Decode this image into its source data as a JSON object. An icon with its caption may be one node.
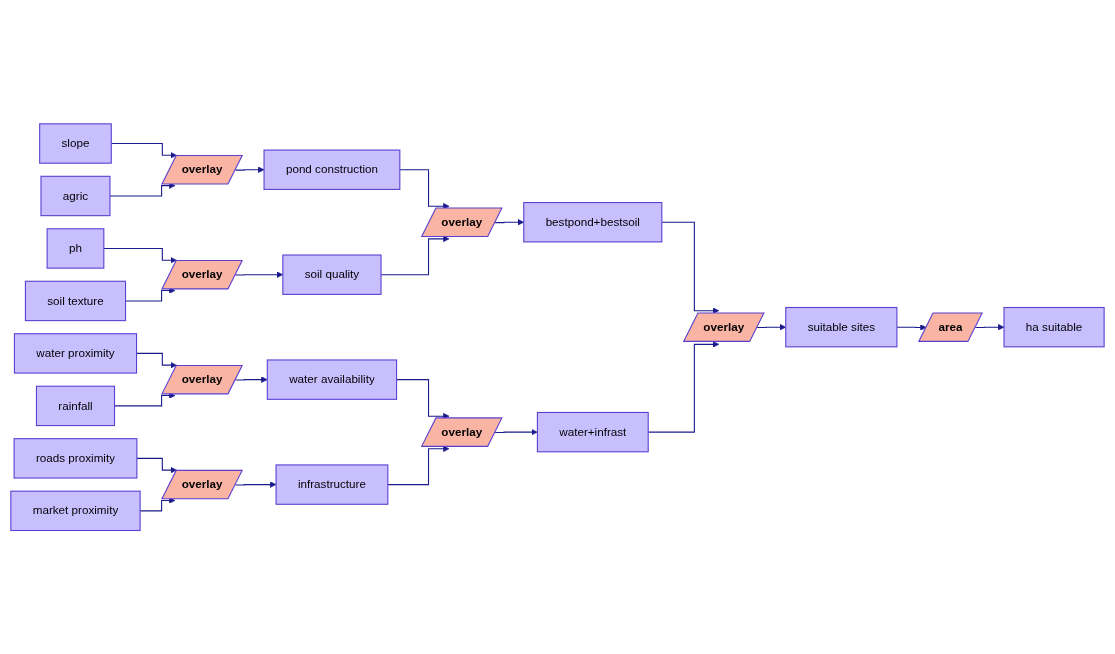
{
  "diagram": {
    "nodes": [
      {
        "text": [
          "slope"
        ]
      },
      {
        "text": [
          "agric"
        ]
      },
      {
        "text": [
          "overlay"
        ]
      },
      {
        "text": [
          "pond construction"
        ]
      },
      {
        "text": [
          "ph"
        ]
      },
      {
        "text": [
          "soil texture"
        ]
      },
      {
        "text": [
          "overlay"
        ]
      },
      {
        "text": [
          "soil quality"
        ]
      },
      {
        "text": [
          "overlay"
        ]
      },
      {
        "text": [
          "bestpond+bestsoil"
        ]
      },
      {
        "text": [
          "water proximity"
        ]
      },
      {
        "text": [
          "rainfall"
        ]
      },
      {
        "text": [
          "overlay"
        ]
      },
      {
        "text": [
          "water availability"
        ]
      },
      {
        "text": [
          "roads proximity"
        ]
      },
      {
        "text": [
          "market proximity"
        ]
      },
      {
        "text": [
          "overlay"
        ]
      },
      {
        "text": [
          "infrastructure"
        ]
      },
      {
        "text": [
          "overlay"
        ]
      },
      {
        "text": [
          "water+infrast"
        ]
      },
      {
        "text": [
          "overlay"
        ]
      },
      {
        "text": [
          "suitable sites"
        ]
      },
      {
        "text": [
          "area"
        ]
      },
      {
        "text": [
          "ha suitable"
        ]
      }
    ],
    "edges": [
      {
        "from": 0,
        "to": 2,
        "arrow": "to"
      },
      {
        "from": 1,
        "to": 2,
        "arrow": "to"
      },
      {
        "from": 2,
        "to": 3,
        "arrow": "to"
      },
      {
        "from": 4,
        "to": 6,
        "arrow": "to"
      },
      {
        "from": 5,
        "to": 6,
        "arrow": "to"
      },
      {
        "from": 6,
        "to": 7,
        "arrow": "to"
      },
      {
        "from": 3,
        "to": 8,
        "arrow": "to"
      },
      {
        "from": 7,
        "to": 8,
        "arrow": "to"
      },
      {
        "from": 8,
        "to": 9,
        "arrow": "to"
      },
      {
        "from": 10,
        "to": 12,
        "arrow": "to"
      },
      {
        "from": 11,
        "to": 12,
        "arrow": "to"
      },
      {
        "from": 12,
        "to": 13,
        "arrow": "to"
      },
      {
        "from": 14,
        "to": 16,
        "arrow": "to"
      },
      {
        "from": 15,
        "to": 16,
        "arrow": "to"
      },
      {
        "from": 16,
        "to": 17,
        "arrow": "to"
      },
      {
        "from": 13,
        "to": 18,
        "arrow": "to"
      },
      {
        "from": 17,
        "to": 18,
        "arrow": "to"
      },
      {
        "from": 18,
        "to": 19,
        "arrow": "to"
      },
      {
        "from": 9,
        "to": 20,
        "arrow": "to"
      },
      {
        "from": 19,
        "to": 20,
        "arrow": "to"
      },
      {
        "from": 20,
        "to": 21,
        "arrow": "to"
      },
      {
        "from": 21,
        "to": 22,
        "arrow": "to"
      },
      {
        "from": 22,
        "to": 23,
        "arrow": "to"
      }
    ]
  }
}
